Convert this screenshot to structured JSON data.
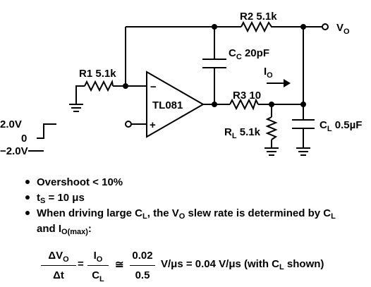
{
  "circuit": {
    "r2": {
      "name": "R2",
      "value": "5.1k"
    },
    "vo": {
      "name": "V",
      "sub": "O"
    },
    "cc": {
      "name": "C",
      "sub": "C",
      "value": "20pF"
    },
    "io": {
      "name": "I",
      "sub": "O"
    },
    "r1": {
      "name": "R1",
      "value": "5.1k"
    },
    "opamp": {
      "name": "TL081",
      "minus": "−",
      "plus": "+"
    },
    "r3": {
      "name": "R3",
      "value": "10"
    },
    "rl": {
      "name": "R",
      "sub": "L",
      "value": "5.1k"
    },
    "cl": {
      "name": "C",
      "sub": "L",
      "value": "0.5µF"
    },
    "input": {
      "high": "2.0V",
      "zero": "0",
      "low": "−2.0V"
    }
  },
  "notes": {
    "bullet1": "Overshoot < 10%",
    "bullet2_sym": "t",
    "bullet2_sub": "S",
    "bullet2_rest": " = 10 μs",
    "bullet3_a": "When driving large C",
    "bullet3_a_sub": "L",
    "bullet3_b": ", the V",
    "bullet3_b_sub": "O",
    "bullet3_c": " slew rate is determined by C",
    "bullet3_c_sub": "L",
    "bullet3_d": "and I",
    "bullet3_d_sub": "O(max)",
    "bullet3_e": ":"
  },
  "formula": {
    "num1": "ΔV",
    "num1_sub": "O",
    "den1": "Δt",
    "eq": "=",
    "num2": "I",
    "num2_sub": "O",
    "den2": "C",
    "den2_sub": "L",
    "approx": "≅",
    "num3": "0.02",
    "den3": "0.5",
    "tail_a": "V/μs = 0.04 V/μs (with C",
    "tail_sub": "L",
    "tail_b": " shown)"
  }
}
